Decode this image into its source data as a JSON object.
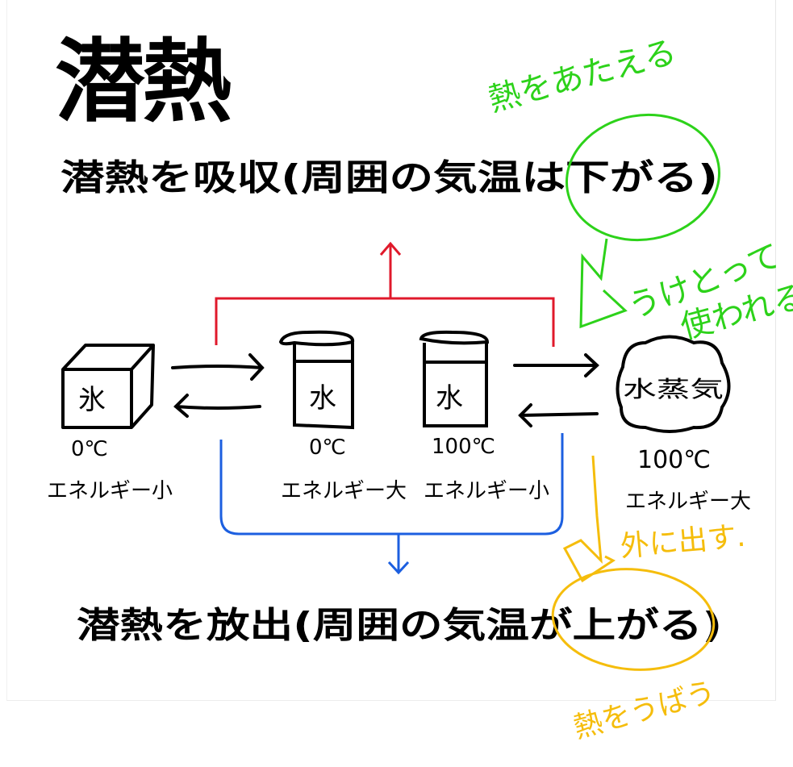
{
  "title": "潜熱",
  "headings": {
    "absorb": "潜熱を吸収(周囲の気温は下がる)",
    "release": "潜熱を放出(周囲の気温が上がる)"
  },
  "states": [
    {
      "name": "氷",
      "temp": "0℃",
      "energy": "エネルギー小"
    },
    {
      "name": "水",
      "temp": "0℃",
      "energy": "エネルギー大"
    },
    {
      "name": "水",
      "temp": "100℃",
      "energy": "エネルギー小"
    },
    {
      "name": "水蒸気",
      "temp": "100℃",
      "energy": "エネルギー大"
    }
  ],
  "annotations": {
    "give_heat": "熱をあたえる",
    "received_used_1": "うけとって",
    "received_used_2": "使われる",
    "release_out": "外に出す.",
    "take_heat": "熱をうばう"
  },
  "colors": {
    "absorb": "#e0192b",
    "release": "#1c5fe0",
    "green_note": "#2dd21a",
    "yellow_note": "#f5bd0c"
  }
}
